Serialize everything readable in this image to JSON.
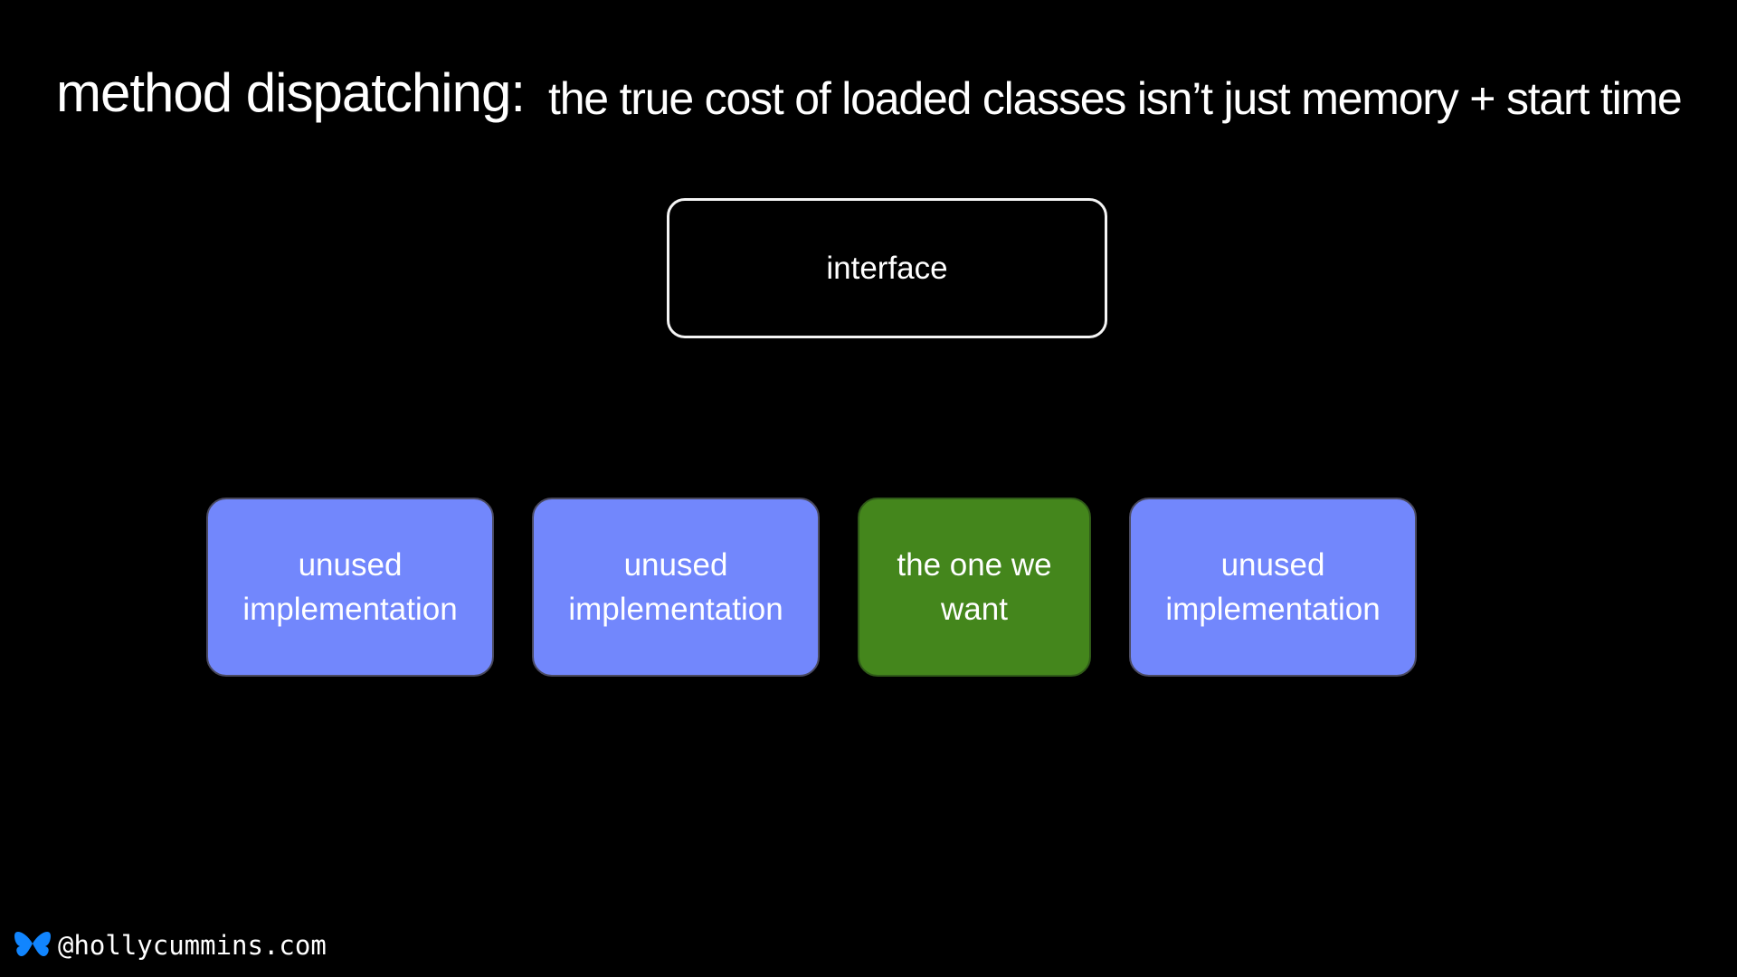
{
  "slide": {
    "title": "method dispatching:",
    "subtitle": "the true cost of loaded classes isn’t just memory + start time"
  },
  "diagram": {
    "interface": {
      "label": "interface"
    },
    "implementations": [
      {
        "label": "unused implementation",
        "highlighted": false,
        "color": "#7287fc"
      },
      {
        "label": "unused implementation",
        "highlighted": false,
        "color": "#7287fc"
      },
      {
        "label": "the one we want",
        "highlighted": true,
        "color": "#44861c"
      },
      {
        "label": "unused implementation",
        "highlighted": false,
        "color": "#7287fc"
      }
    ]
  },
  "footer": {
    "icon": "butterfly-icon",
    "icon_color": "#1185fe",
    "handle": "@hollycummins.com"
  }
}
